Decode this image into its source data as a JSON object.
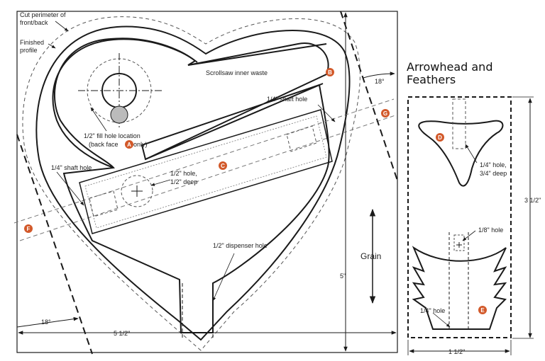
{
  "labels": {
    "cut_perimeter_line1": "Cut perimeter of",
    "cut_perimeter_line2": "front/back",
    "finished_line1": "Finished",
    "finished_line2": "profile",
    "scrollsaw": "Scrollsaw inner waste",
    "shaft_hole_top": "1/4\" shaft hole",
    "shaft_hole_left": "1/4\" shaft hole",
    "fill_hole_line1": "1/2\" fill hole location",
    "fill_hole_line2a": "(back face",
    "fill_hole_line2b": "only)",
    "half_hole_line1": "1/2\" hole,",
    "half_hole_line2": "1/2\" deep",
    "dispenser_hole": "1/2\" dispenser hole",
    "grain": "Grain",
    "dim_5": "5\"",
    "dim_width": "5 1/2\"",
    "angle_18_top": "18°",
    "angle_18_bottom": "18°",
    "arrow_title_line1": "Arrowhead and",
    "arrow_title_line2": "Feathers",
    "quarter_hole_deep_line1": "1/4\" hole,",
    "quarter_hole_deep_line2": "3/4\" deep",
    "eighth_hole": "1/8\" hole",
    "quarter_hole": "1/4\" hole",
    "dim_3_5": "3 1/2\"",
    "dim_1_5": "1 1/2\""
  },
  "badges": {
    "A": "A",
    "B": "B",
    "C": "C",
    "D": "D",
    "E": "E",
    "F": "F",
    "G": "G"
  },
  "colors": {
    "badge": "#d2592a",
    "line": "#1a1a1a"
  }
}
